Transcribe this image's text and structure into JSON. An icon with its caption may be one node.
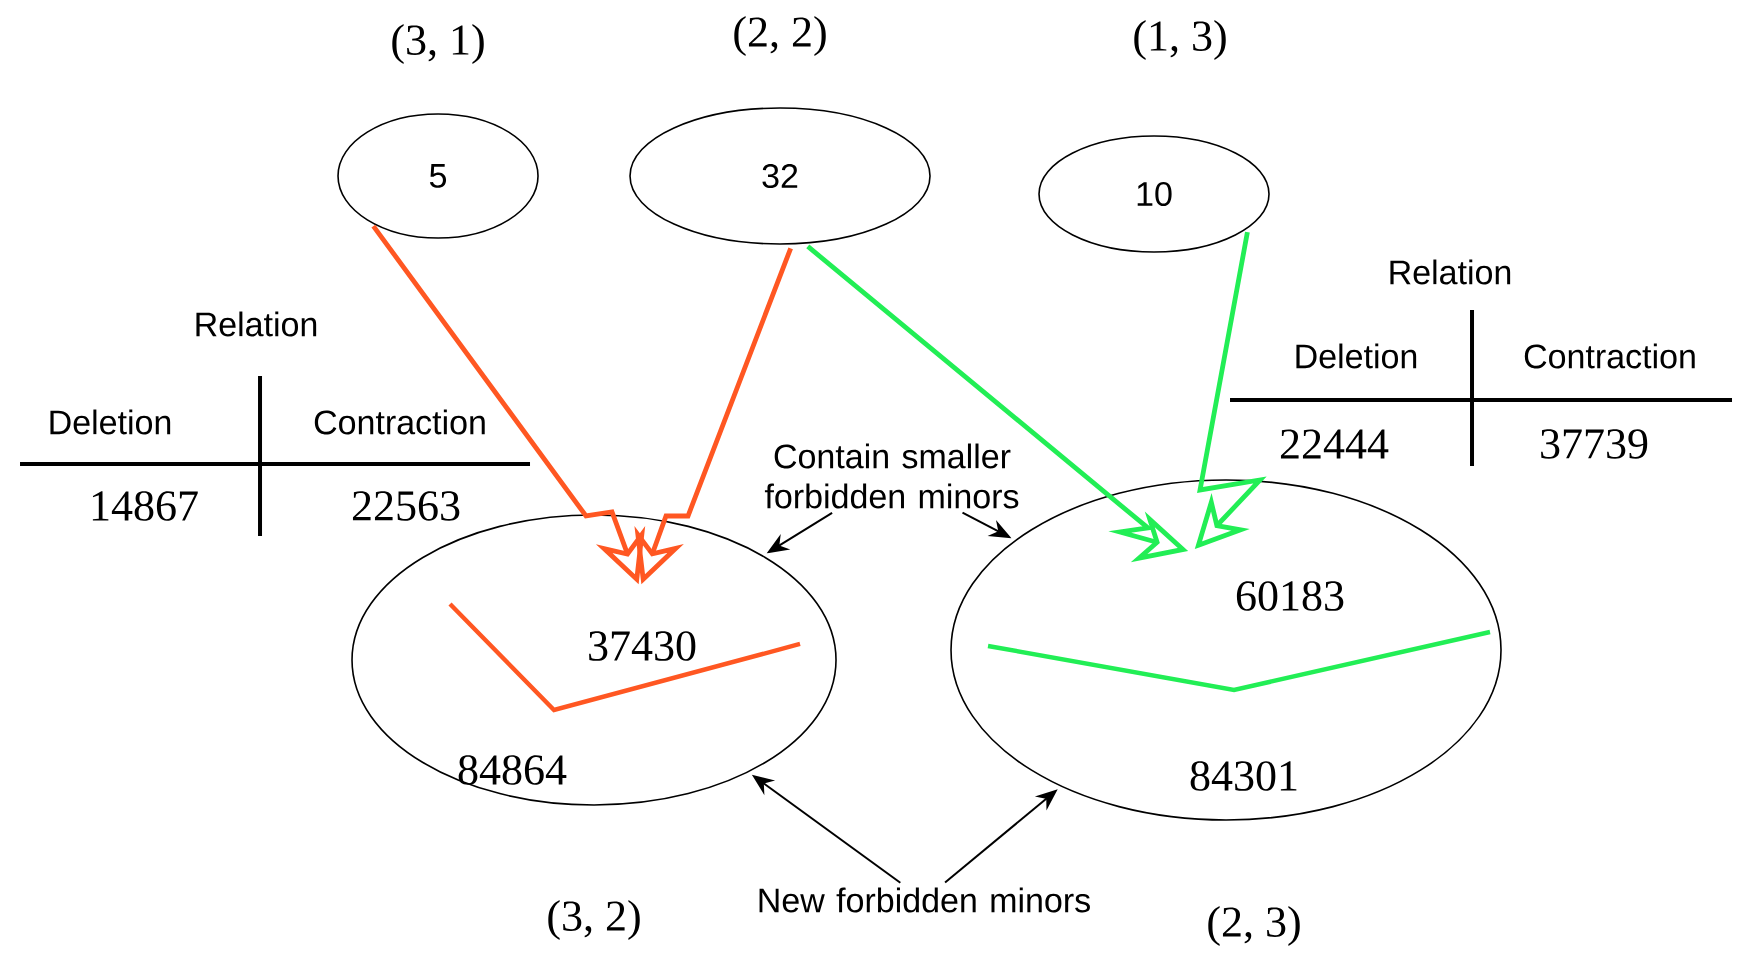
{
  "diagram": {
    "nodes": [
      {
        "text": [
          "5"
        ],
        "beside": [
          "(3, 1)"
        ]
      },
      {
        "text": [
          "32"
        ],
        "beside": [
          "(2, 2)"
        ]
      },
      {
        "text": [
          "10"
        ],
        "beside": [
          "(1, 3)"
        ]
      },
      {
        "text": [
          "37430",
          "84864"
        ],
        "beside": [
          "(3, 2)"
        ]
      },
      {
        "text": [
          "60183",
          "84301"
        ],
        "beside": [
          "(2, 3)"
        ]
      },
      {
        "text": [
          "Contain smaller forbidden minors"
        ]
      },
      {
        "text": [
          "New forbidden minors"
        ]
      }
    ],
    "edges": [
      {
        "from": 0,
        "to": 3,
        "arrow": "to",
        "color": "#ff5722"
      },
      {
        "from": 1,
        "to": 3,
        "arrow": "to",
        "color": "#ff5722"
      },
      {
        "from": 1,
        "to": 4,
        "arrow": "to",
        "color": "#22ee55"
      },
      {
        "from": 2,
        "to": 4,
        "arrow": "to",
        "color": "#22ee55"
      },
      {
        "from": 5,
        "to": 3,
        "arrow": "to"
      },
      {
        "from": 5,
        "to": 4,
        "arrow": "to"
      },
      {
        "from": 6,
        "to": 3,
        "arrow": "to"
      },
      {
        "from": 6,
        "to": 4,
        "arrow": "to"
      }
    ],
    "labels": [
      "Relation",
      "Deletion",
      "Contraction",
      "14867",
      "22563",
      "Relation",
      "Deletion",
      "Contraction",
      "22444",
      "37739"
    ]
  }
}
